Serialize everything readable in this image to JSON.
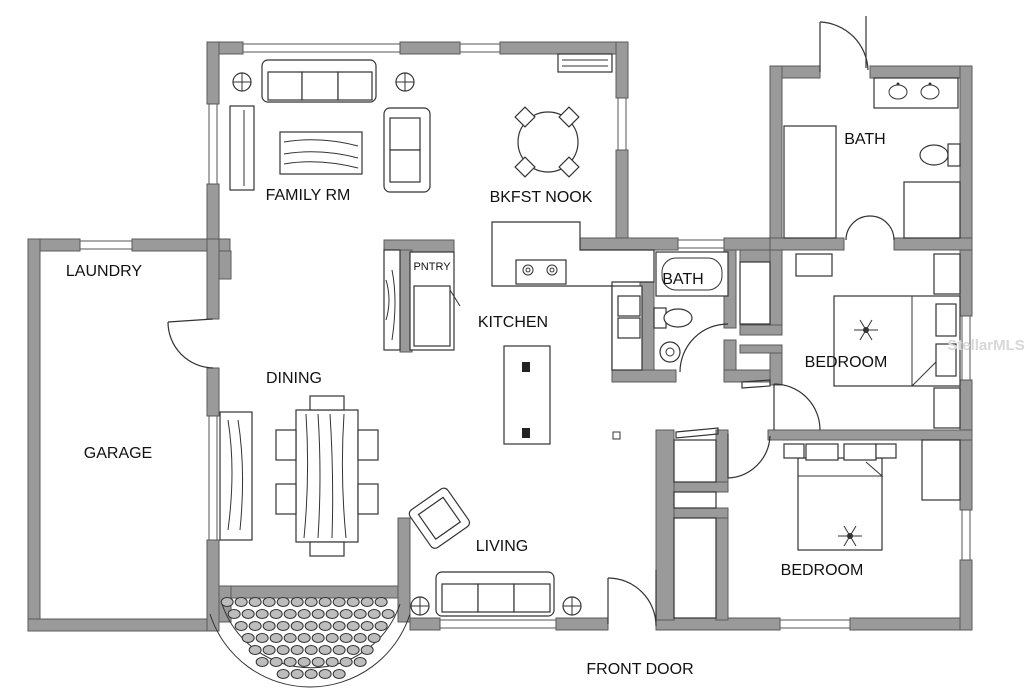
{
  "rooms": {
    "family_rm": "FAMILY RM",
    "bkfst_nook": "BKFST NOOK",
    "bath_top": "BATH",
    "laundry": "LAUNDRY",
    "pntry": "PNTRY",
    "bath_mid": "BATH",
    "kitchen": "KITCHEN",
    "dining": "DINING",
    "bedroom_top": "BEDROOM",
    "garage": "GARAGE",
    "living": "LIVING",
    "bedroom_bottom": "BEDROOM",
    "front_door": "FRONT DOOR"
  },
  "watermark": "StellarMLS",
  "colors": {
    "wall": "#9a9a9a",
    "ink": "#333333",
    "stone": "#bdbdbd"
  }
}
